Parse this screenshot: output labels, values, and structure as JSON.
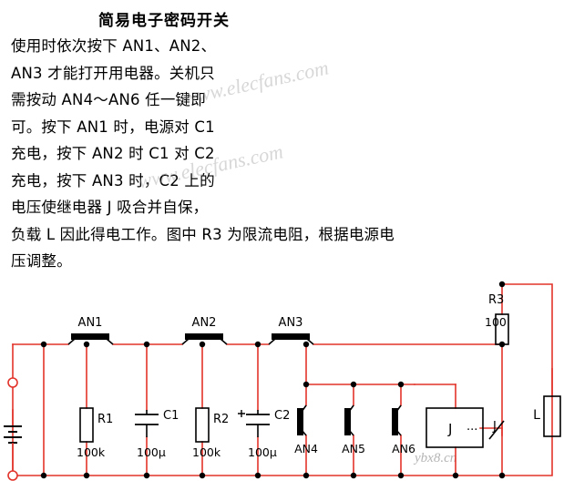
{
  "title": "简易电子密码开关",
  "body_lines": [
    "使用时依次按下 AN1、AN2、",
    "AN3 才能打开用电器。关机只",
    "需按动 AN4～AN6 任一键即",
    "可。按下 AN1 时，电源对 C1",
    "充电，按下 AN2 时 C1 对 C2",
    "充电，按下 AN3 时，C2 上的",
    "电压使继电器 J 吸合并自保，",
    "负载 L 因此得电工作。图中 R3 为限流电阻，根据电源电",
    "压调整。"
  ],
  "watermarks": {
    "line1": "www.elecfans.com",
    "line2": "www.elecfans.com",
    "corner": "ybx8.cn"
  },
  "circuit": {
    "labels": {
      "an1": "AN1",
      "an2": "AN2",
      "an3": "AN3",
      "an4": "AN4",
      "an5": "AN5",
      "an6": "AN6",
      "r1": "R1",
      "r1_value": "100k",
      "r2": "R2",
      "r2_value": "100k",
      "r3": "R3",
      "r3_value": "100",
      "c1": "C1",
      "c1_value": "100μ",
      "c2": "C2",
      "c2_value": "100μ",
      "relay": "J",
      "relay_contact": "J",
      "load": "L"
    },
    "colors": {
      "wire": "#e2332a",
      "component": "#000000"
    }
  }
}
